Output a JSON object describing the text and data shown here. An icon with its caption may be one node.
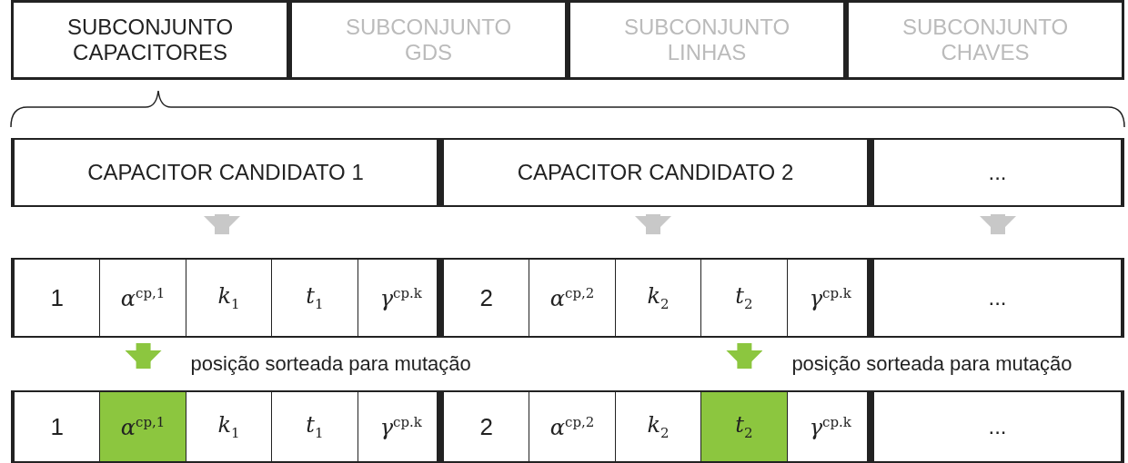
{
  "diagram": {
    "nodes": [
      {
        "text": [
          "SUBCONJUNTO CAPACITORES"
        ]
      },
      {
        "text": [
          "SUBCONJUNTO GDS"
        ]
      },
      {
        "text": [
          "SUBCONJUNTO LINHAS"
        ]
      },
      {
        "text": [
          "SUBCONJUNTO CHAVES"
        ]
      },
      {
        "text": [
          "CAPACITOR CANDIDATO 1"
        ]
      },
      {
        "text": [
          "CAPACITOR CANDIDATO 2"
        ]
      },
      {
        "text": [
          "..."
        ]
      },
      {
        "text": [],
        "shape": "box"
      },
      {
        "text": [
          "1"
        ],
        "in": 7
      },
      {
        "text": [
          "*α*$^{cp,1}$"
        ],
        "in": 7
      },
      {
        "text": [
          "*k*$_{1}$"
        ],
        "in": 7
      },
      {
        "text": [
          "*t*$_{1}$"
        ],
        "in": 7
      },
      {
        "text": [
          "*γ*$^{cp.k}$"
        ],
        "in": 7
      },
      {
        "text": [],
        "shape": "box"
      },
      {
        "text": [
          "2"
        ],
        "in": 13
      },
      {
        "text": [
          "*α*$^{cp,2}$"
        ],
        "in": 13
      },
      {
        "text": [
          "*k*$_{2}$"
        ],
        "in": 13
      },
      {
        "text": [
          "*t*$_{2}$"
        ],
        "in": 13
      },
      {
        "text": [
          "*γ*$^{cp.k}$"
        ],
        "in": 13
      },
      {
        "text": [
          "..."
        ]
      },
      {
        "text": [],
        "shape": "box"
      },
      {
        "text": [
          "1"
        ],
        "in": 20
      },
      {
        "text": [
          "*α*$^{cp,1}$"
        ],
        "in": 20
      },
      {
        "text": [
          "*k*$_{1}$"
        ],
        "in": 20
      },
      {
        "text": [
          "*t*$_{1}$"
        ],
        "in": 20
      },
      {
        "text": [
          "*γ*$^{cp.k}$"
        ],
        "in": 20
      },
      {
        "text": [],
        "shape": "box"
      },
      {
        "text": [
          "2"
        ],
        "in": 26
      },
      {
        "text": [
          "*α*$^{cp,2}$"
        ],
        "in": 26
      },
      {
        "text": [
          "*k*$_{2}$"
        ],
        "in": 26
      },
      {
        "text": [
          "*t*$_{2}$"
        ],
        "in": 26
      },
      {
        "text": [
          "*γ*$^{cp.k}$"
        ],
        "in": 26
      },
      {
        "text": [
          "..."
        ]
      }
    ],
    "edges": [
      {
        "from": 4,
        "to": 7,
        "arrow": "to"
      },
      {
        "from": 5,
        "to": 13,
        "arrow": "to"
      },
      {
        "from": 6,
        "to": 19,
        "arrow": "to"
      },
      {
        "from": 9,
        "to": 22,
        "arrow": "to",
        "color": "#8cc63f",
        "label": "posição sorteada para mutação"
      },
      {
        "from": 17,
        "to": 30,
        "arrow": "to",
        "color": "#8cc63f",
        "label": "posição sorteada para mutação"
      }
    ]
  }
}
